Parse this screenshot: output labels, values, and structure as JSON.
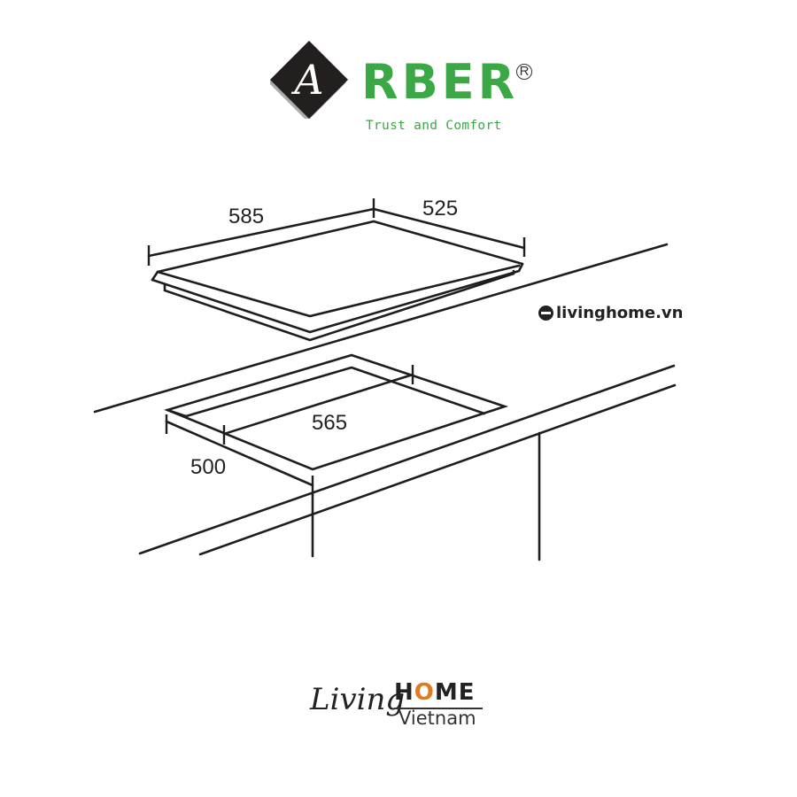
{
  "brand": {
    "logo_letter": "A",
    "name": "RBER",
    "registered": "R",
    "tagline": "Trust and Comfort",
    "color": "#3aa845"
  },
  "watermark": {
    "text": "livinghome.vn",
    "icon": "livinghome-logo-icon"
  },
  "footer_logo": {
    "living": "Living",
    "home_h": "H",
    "home_o": "O",
    "home_me": "ME",
    "vietnam": "Vietnam",
    "accent_color": "#e07a1f"
  },
  "diagram": {
    "type": "hob installation dimensions",
    "units": "mm",
    "hob_width_label": "585",
    "hob_depth_label": "525",
    "cutout_width_label": "565",
    "cutout_depth_label": "500"
  }
}
